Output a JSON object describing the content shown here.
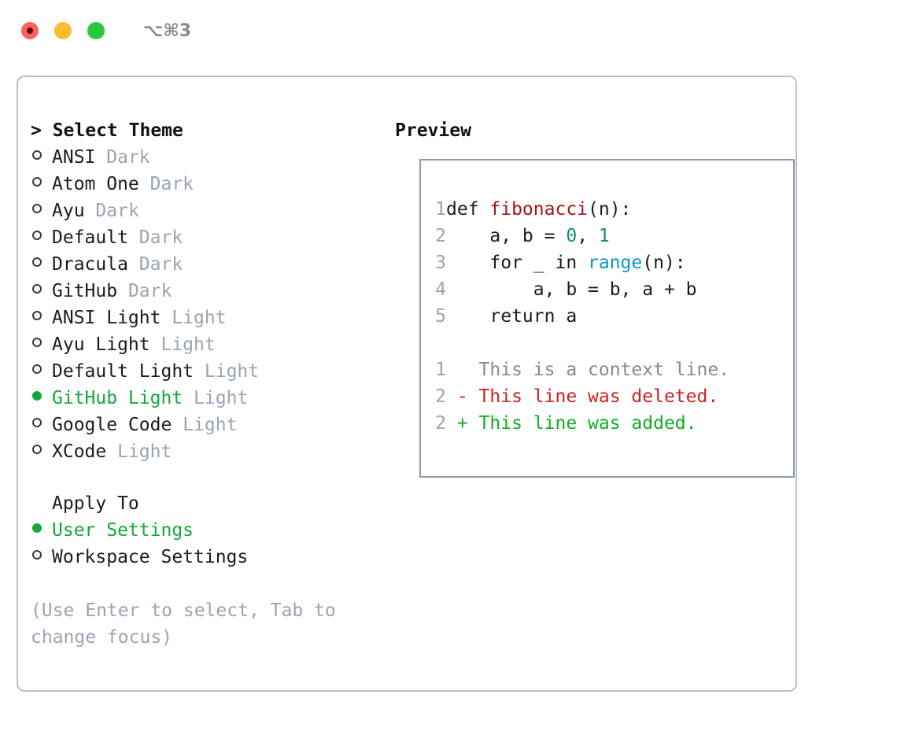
{
  "titlebar": {
    "shortcut": "⌥⌘3",
    "buttons": [
      {
        "name": "close",
        "color": "#fb6158"
      },
      {
        "name": "minimize",
        "color": "#fcbc2e"
      },
      {
        "name": "maximize",
        "color": "#28c93f"
      }
    ]
  },
  "left": {
    "heading": "> Select Theme",
    "themes": [
      {
        "name": "ANSI",
        "kind": "Dark",
        "selected": false
      },
      {
        "name": "Atom One",
        "kind": "Dark",
        "selected": false
      },
      {
        "name": "Ayu",
        "kind": "Dark",
        "selected": false
      },
      {
        "name": "Default",
        "kind": "Dark",
        "selected": false
      },
      {
        "name": "Dracula",
        "kind": "Dark",
        "selected": false
      },
      {
        "name": "GitHub",
        "kind": "Dark",
        "selected": false
      },
      {
        "name": "ANSI Light",
        "kind": "Light",
        "selected": false
      },
      {
        "name": "Ayu Light",
        "kind": "Light",
        "selected": false
      },
      {
        "name": "Default Light",
        "kind": "Light",
        "selected": false
      },
      {
        "name": "GitHub Light",
        "kind": "Light",
        "selected": true
      },
      {
        "name": "Google Code",
        "kind": "Light",
        "selected": false
      },
      {
        "name": "XCode",
        "kind": "Light",
        "selected": false
      }
    ],
    "apply_to": {
      "title": "Apply To",
      "options": [
        {
          "label": "User Settings",
          "selected": true
        },
        {
          "label": "Workspace Settings",
          "selected": false
        }
      ]
    },
    "hint": "(Use Enter to select, Tab to change focus)"
  },
  "right": {
    "heading": "Preview",
    "code_lines": [
      {
        "num": "1",
        "tokens": [
          {
            "t": "def ",
            "c": "plain"
          },
          {
            "t": "fibonacci",
            "c": "func"
          },
          {
            "t": "(n):",
            "c": "plain"
          }
        ]
      },
      {
        "num": "2",
        "tokens": [
          {
            "t": "    a, b = ",
            "c": "plain"
          },
          {
            "t": "0",
            "c": "num"
          },
          {
            "t": ", ",
            "c": "plain"
          },
          {
            "t": "1",
            "c": "num"
          }
        ]
      },
      {
        "num": "3",
        "tokens": [
          {
            "t": "    for _ in ",
            "c": "plain"
          },
          {
            "t": "range",
            "c": "builtin"
          },
          {
            "t": "(n):",
            "c": "plain"
          }
        ]
      },
      {
        "num": "4",
        "tokens": [
          {
            "t": "        a, b = b, a + b",
            "c": "plain"
          }
        ]
      },
      {
        "num": "5",
        "tokens": [
          {
            "t": "    return a",
            "c": "plain"
          }
        ]
      },
      {
        "num": "",
        "tokens": []
      },
      {
        "num": "1",
        "tokens": [
          {
            "t": "   This is a context line.",
            "c": "ctx"
          }
        ]
      },
      {
        "num": "2",
        "tokens": [
          {
            "t": " - This line was deleted.",
            "c": "del"
          }
        ]
      },
      {
        "num": "2",
        "tokens": [
          {
            "t": " + This line was added.",
            "c": "add"
          }
        ]
      }
    ]
  },
  "colors": {
    "selected_green": "#14a83c",
    "muted": "#9aa4b4",
    "border": "#b9c0cc",
    "preview_border": "#8e9aab",
    "syntax_function": "#a51515",
    "syntax_number": "#0f8a7e",
    "syntax_builtin": "#0b96c8",
    "diff_delete": "#cc2222",
    "diff_add": "#0fae22",
    "diff_context": "#8a8a8a"
  }
}
